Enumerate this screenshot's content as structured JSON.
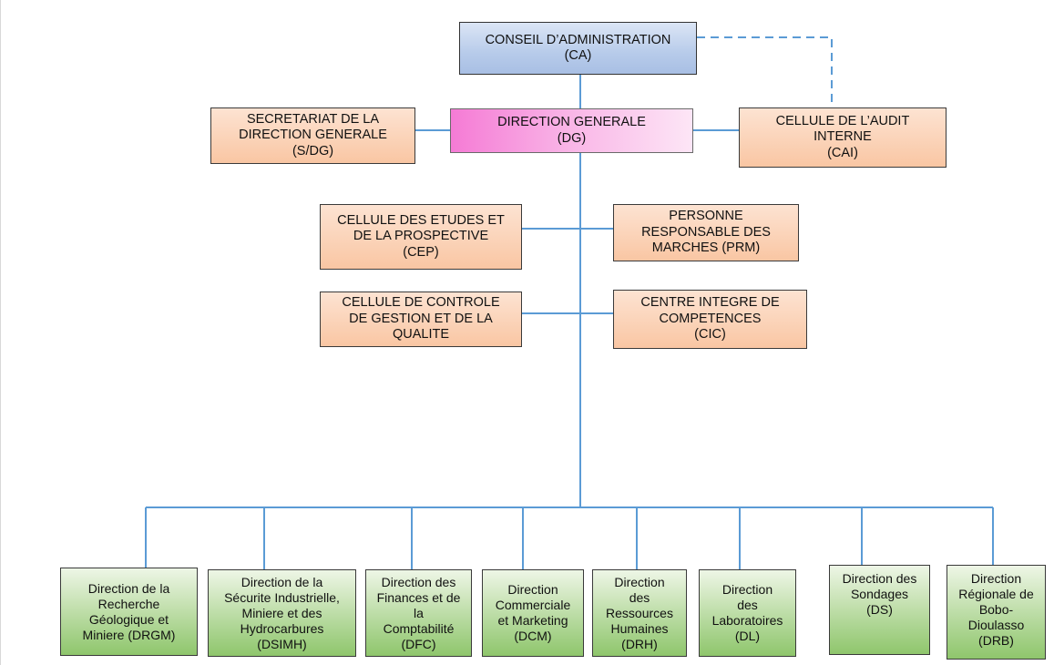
{
  "nodes": {
    "ca": {
      "text": "CONSEIL D’ADMINISTRATION\n(CA)"
    },
    "dg": {
      "text": "DIRECTION GENERALE\n(DG)"
    },
    "sdg": {
      "text": "SECRETARIAT DE LA\nDIRECTION GENERALE\n(S/DG)"
    },
    "cai": {
      "text": "CELLULE DE L’AUDIT\nINTERNE\n(CAI)"
    },
    "cep": {
      "text": "CELLULE DES ETUDES ET\nDE LA PROSPECTIVE\n(CEP)"
    },
    "prm": {
      "text": "PERSONNE\nRESPONSABLE DES\nMARCHES (PRM)"
    },
    "ccgq": {
      "text": "CELLULE DE CONTROLE\nDE GESTION ET DE LA\nQUALITE"
    },
    "cic": {
      "text": "CENTRE INTEGRE DE\nCOMPETENCES\n(CIC)"
    },
    "drgm": {
      "text": "Direction de la\nRecherche\nGéologique  et\nMiniere (DRGM)"
    },
    "dsimh": {
      "text": "Direction de la\nSécurite Industrielle,\nMiniere et des\nHydrocarbures\n(DSIMH)"
    },
    "dfc": {
      "text": "Direction des\nFinances et de\nla\nComptabilité\n(DFC)"
    },
    "dcm": {
      "text": "Direction\nCommerciale\net Marketing\n(DCM)"
    },
    "drh": {
      "text": "Direction\ndes\nRessources\nHumaines\n(DRH)"
    },
    "dl": {
      "text": "Direction\ndes\nLaboratoires\n(DL)"
    },
    "ds": {
      "text": "Direction des\nSondages\n(DS)"
    },
    "drb": {
      "text": "Direction\nRégionale de\nBobo-\nDioulasso\n(DRB)"
    }
  },
  "colors": {
    "connector": "#5b9bd5",
    "dashed_connector": "#5b9bd5"
  }
}
